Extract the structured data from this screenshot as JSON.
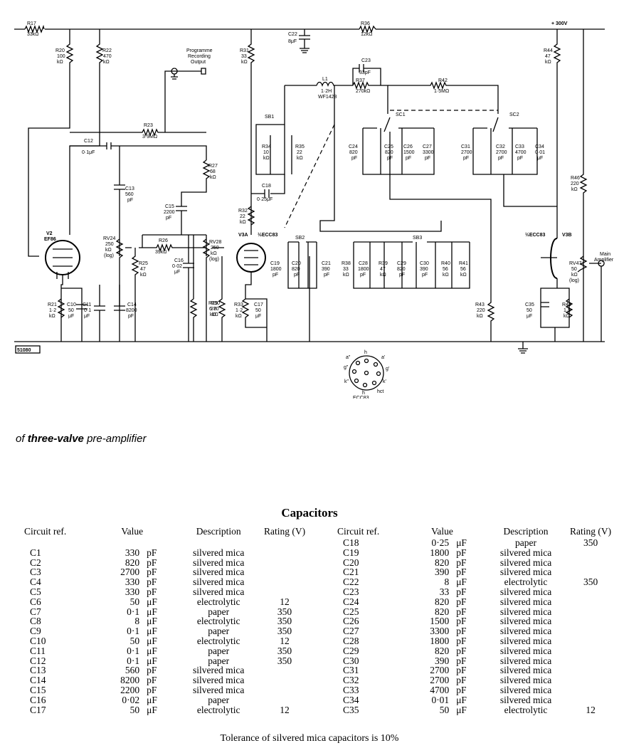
{
  "schematic": {
    "labels": {
      "r17": "R17",
      "r17v": "33kΩ",
      "r36": "R36",
      "r36v": "12kΩ",
      "supply": "+ 300V",
      "c22": "C22",
      "c22v": "8μF",
      "r20": "R20",
      "r20v1": "100",
      "r20v2": "kΩ",
      "r22": "R22",
      "r22v1": "470",
      "r22v2": "kΩ",
      "prog1": "Programme",
      "prog2": "Recording",
      "prog3": "Output",
      "r31": "R31",
      "r31v1": "33",
      "r31v2": "kΩ",
      "r44": "R44",
      "r44v1": "47",
      "r44v2": "kΩ",
      "c23": "C23",
      "c23v": "33pF",
      "r37": "R37",
      "r37v": "270kΩ",
      "l1": "L1",
      "l1v1": "1·2H",
      "l1v2": "WF1428",
      "r42": "R42",
      "r42v": "1·5MΩ",
      "r23": "R23",
      "r23v": "3·9MΩ",
      "sb1": "SB1",
      "sc1": "SC1",
      "sc2": "SC2",
      "c12": "C12",
      "c12v": "0·1μF",
      "r34": "R34",
      "r34v1": "10",
      "r34v2": "kΩ",
      "r35": "R35",
      "r35v1": "22",
      "r35v2": "kΩ",
      "c24": "C24",
      "c24v1": "820",
      "c24v2": "pF",
      "c25": "C25",
      "c25v1": "820",
      "c25v2": "pF",
      "c26": "C26",
      "c26v1": "1500",
      "c26v2": "pF",
      "c27": "C27",
      "c27v1": "3300",
      "c27v2": "pF",
      "c31": "C31",
      "c31v1": "2700",
      "c31v2": "pF",
      "c32": "C32",
      "c32v1": "2700",
      "c32v2": "pF",
      "c33": "C33",
      "c33v1": "4700",
      "c33v2": "pF",
      "c34": "C34",
      "c34v1": "0·01",
      "c34v2": "μF",
      "r27": "R27",
      "r27v1": "68",
      "r27v2": "kΩ",
      "c13": "C13",
      "c13v1": "560",
      "c13v2": "pF",
      "c18": "C18",
      "c18v": "0·25μF",
      "r46": "R46",
      "r46v1": "220",
      "r46v2": "kΩ",
      "c15": "C15",
      "c15v1": "2200",
      "c15v2": "pF",
      "r32": "R32",
      "r32v1": "22",
      "r32v2": "kΩ",
      "v2": "V2",
      "v2t": "EF86",
      "rv24": "RV24",
      "rv24v1": "250",
      "rv24v2": "kΩ",
      "rv24v3": "(log)",
      "r26": "R26",
      "r26v": "39kΩ",
      "rv28": "RV28",
      "rv28v1": "250",
      "rv28v2": "kΩ",
      "rv28v3": "(log)",
      "v3a": "V3A",
      "ecc83a": "½ECC83",
      "sb2": "SB2",
      "sb3": "SB3",
      "ecc83b": "½ECC83",
      "v3b": "V3B",
      "main1": "Main",
      "main2": "Amplifier",
      "r25": "R25",
      "r25v1": "47",
      "r25v2": "kΩ",
      "c16": "C16",
      "c16v1": "0·02",
      "c16v2": "μF",
      "c19": "C19",
      "c19v1": "1800",
      "c19v2": "pF",
      "c20": "C20",
      "c20v1": "820",
      "c20v2": "pF",
      "c21": "C21",
      "c21v1": "390",
      "c21v2": "pF",
      "r38": "R38",
      "r38v1": "33",
      "r38v2": "kΩ",
      "c28": "C28",
      "c28v1": "1800",
      "c28v2": "pF",
      "r39": "R39",
      "r39v1": "47",
      "r39v2": "kΩ",
      "c29": "C29",
      "c29v1": "820",
      "c29v2": "pF",
      "c30": "C30",
      "c30v1": "390",
      "c30v2": "pF",
      "r40": "R40",
      "r40v1": "56",
      "r40v2": "kΩ",
      "r41": "R41",
      "r41v1": "56",
      "r41v2": "kΩ",
      "rv47": "RV47",
      "rv47v1": "50",
      "rv47v2": "kΩ",
      "rv47v3": "(log)",
      "r21": "R21",
      "r21v1": "1·2",
      "r21v2": "kΩ",
      "c10": "C10",
      "c10v1": "50",
      "c10v2": "μF",
      "c11": "C11",
      "c11v1": "0·1",
      "c11v2": "μF",
      "c14": "C14",
      "c14v1": "8200",
      "c14v2": "pF",
      "r29": "R29",
      "r29v1": "6·8",
      "r29v2": "kΩ",
      "r30": "R30",
      "r30v1": "270",
      "r30v2": "kΩ",
      "r33": "R33",
      "r33v1": "1·2",
      "r33v2": "kΩ",
      "c17": "C17",
      "c17v1": "50",
      "c17v2": "μF",
      "r43": "R43",
      "r43v1": "220",
      "r43v2": "kΩ",
      "c35": "C35",
      "c35v1": "50",
      "c35v2": "μF",
      "r45": "R45",
      "r45v1": "1·5",
      "r45v2": "kΩ",
      "figno": "51080",
      "base": "ECC83",
      "pin_h": "h",
      "pin_a1": "a'",
      "pin_g1": "g'",
      "pin_k1": "k'",
      "pin_hct": "hct",
      "pin_h2": "h",
      "pin_k2": "k\"",
      "pin_g2": "g\"",
      "pin_a2": "a\""
    }
  },
  "caption": {
    "prefix": "of",
    "bold": "three-valve",
    "suffix": "pre-amplifier"
  },
  "table": {
    "title": "Capacitors",
    "headers": {
      "ref": "Circuit ref.",
      "value": "Value",
      "desc": "Description",
      "rating": "Rating (V)"
    },
    "left": [
      {
        "ref": "C1",
        "num": "330",
        "unit": "pF",
        "desc": "silvered mica",
        "rating": ""
      },
      {
        "ref": "C2",
        "num": "820",
        "unit": "pF",
        "desc": "silvered mica",
        "rating": ""
      },
      {
        "ref": "C3",
        "num": "2700",
        "unit": "pF",
        "desc": "silvered mica",
        "rating": ""
      },
      {
        "ref": "C4",
        "num": "330",
        "unit": "pF",
        "desc": "silvered mica",
        "rating": ""
      },
      {
        "ref": "C5",
        "num": "330",
        "unit": "pF",
        "desc": "silvered mica",
        "rating": ""
      },
      {
        "ref": "C6",
        "num": "50",
        "unit": "μF",
        "desc": "electrolytic",
        "rating": "12"
      },
      {
        "ref": "C7",
        "num": "0·1",
        "unit": "μF",
        "desc": "paper",
        "rating": "350"
      },
      {
        "ref": "C8",
        "num": "8",
        "unit": "μF",
        "desc": "electrolytic",
        "rating": "350"
      },
      {
        "ref": "C9",
        "num": "0·1",
        "unit": "μF",
        "desc": "paper",
        "rating": "350"
      },
      {
        "ref": "C10",
        "num": "50",
        "unit": "μF",
        "desc": "electrolytic",
        "rating": "12"
      },
      {
        "ref": "C11",
        "num": "0·1",
        "unit": "μF",
        "desc": "paper",
        "rating": "350"
      },
      {
        "ref": "C12",
        "num": "0·1",
        "unit": "μF",
        "desc": "paper",
        "rating": "350"
      },
      {
        "ref": "C13",
        "num": "560",
        "unit": "pF",
        "desc": "silvered mica",
        "rating": ""
      },
      {
        "ref": "C14",
        "num": "8200",
        "unit": "pF",
        "desc": "silvered mica",
        "rating": ""
      },
      {
        "ref": "C15",
        "num": "2200",
        "unit": "pF",
        "desc": "silvered mica",
        "rating": ""
      },
      {
        "ref": "C16",
        "num": "0·02",
        "unit": "μF",
        "desc": "paper",
        "rating": ""
      },
      {
        "ref": "C17",
        "num": "50",
        "unit": "μF",
        "desc": "electrolytic",
        "rating": "12"
      }
    ],
    "right": [
      {
        "ref": "C18",
        "num": "0·25",
        "unit": "μF",
        "desc": "paper",
        "rating": "350"
      },
      {
        "ref": "C19",
        "num": "1800",
        "unit": "pF",
        "desc": "silvered mica",
        "rating": ""
      },
      {
        "ref": "C20",
        "num": "820",
        "unit": "pF",
        "desc": "silvered mica",
        "rating": ""
      },
      {
        "ref": "C21",
        "num": "390",
        "unit": "pF",
        "desc": "silvered mica",
        "rating": ""
      },
      {
        "ref": "C22",
        "num": "8",
        "unit": "μF",
        "desc": "electrolytic",
        "rating": "350"
      },
      {
        "ref": "C23",
        "num": "33",
        "unit": "pF",
        "desc": "silvered mica",
        "rating": ""
      },
      {
        "ref": "C24",
        "num": "820",
        "unit": "pF",
        "desc": "silvered mica",
        "rating": ""
      },
      {
        "ref": "C25",
        "num": "820",
        "unit": "pF",
        "desc": "silvered mica",
        "rating": ""
      },
      {
        "ref": "C26",
        "num": "1500",
        "unit": "pF",
        "desc": "silvered mica",
        "rating": ""
      },
      {
        "ref": "C27",
        "num": "3300",
        "unit": "pF",
        "desc": "silvered mica",
        "rating": ""
      },
      {
        "ref": "C28",
        "num": "1800",
        "unit": "pF",
        "desc": "silvered mica",
        "rating": ""
      },
      {
        "ref": "C29",
        "num": "820",
        "unit": "pF",
        "desc": "silvered mica",
        "rating": ""
      },
      {
        "ref": "C30",
        "num": "390",
        "unit": "pF",
        "desc": "silvered mica",
        "rating": ""
      },
      {
        "ref": "C31",
        "num": "2700",
        "unit": "pF",
        "desc": "silvered mica",
        "rating": ""
      },
      {
        "ref": "C32",
        "num": "2700",
        "unit": "pF",
        "desc": "silvered mica",
        "rating": ""
      },
      {
        "ref": "C33",
        "num": "4700",
        "unit": "pF",
        "desc": "silvered mica",
        "rating": ""
      },
      {
        "ref": "C34",
        "num": "0·01",
        "unit": "μF",
        "desc": "silvered mica",
        "rating": ""
      },
      {
        "ref": "C35",
        "num": "50",
        "unit": "μF",
        "desc": "electrolytic",
        "rating": "12"
      }
    ],
    "note": "Tolerance of silvered mica capacitors is 10%"
  }
}
